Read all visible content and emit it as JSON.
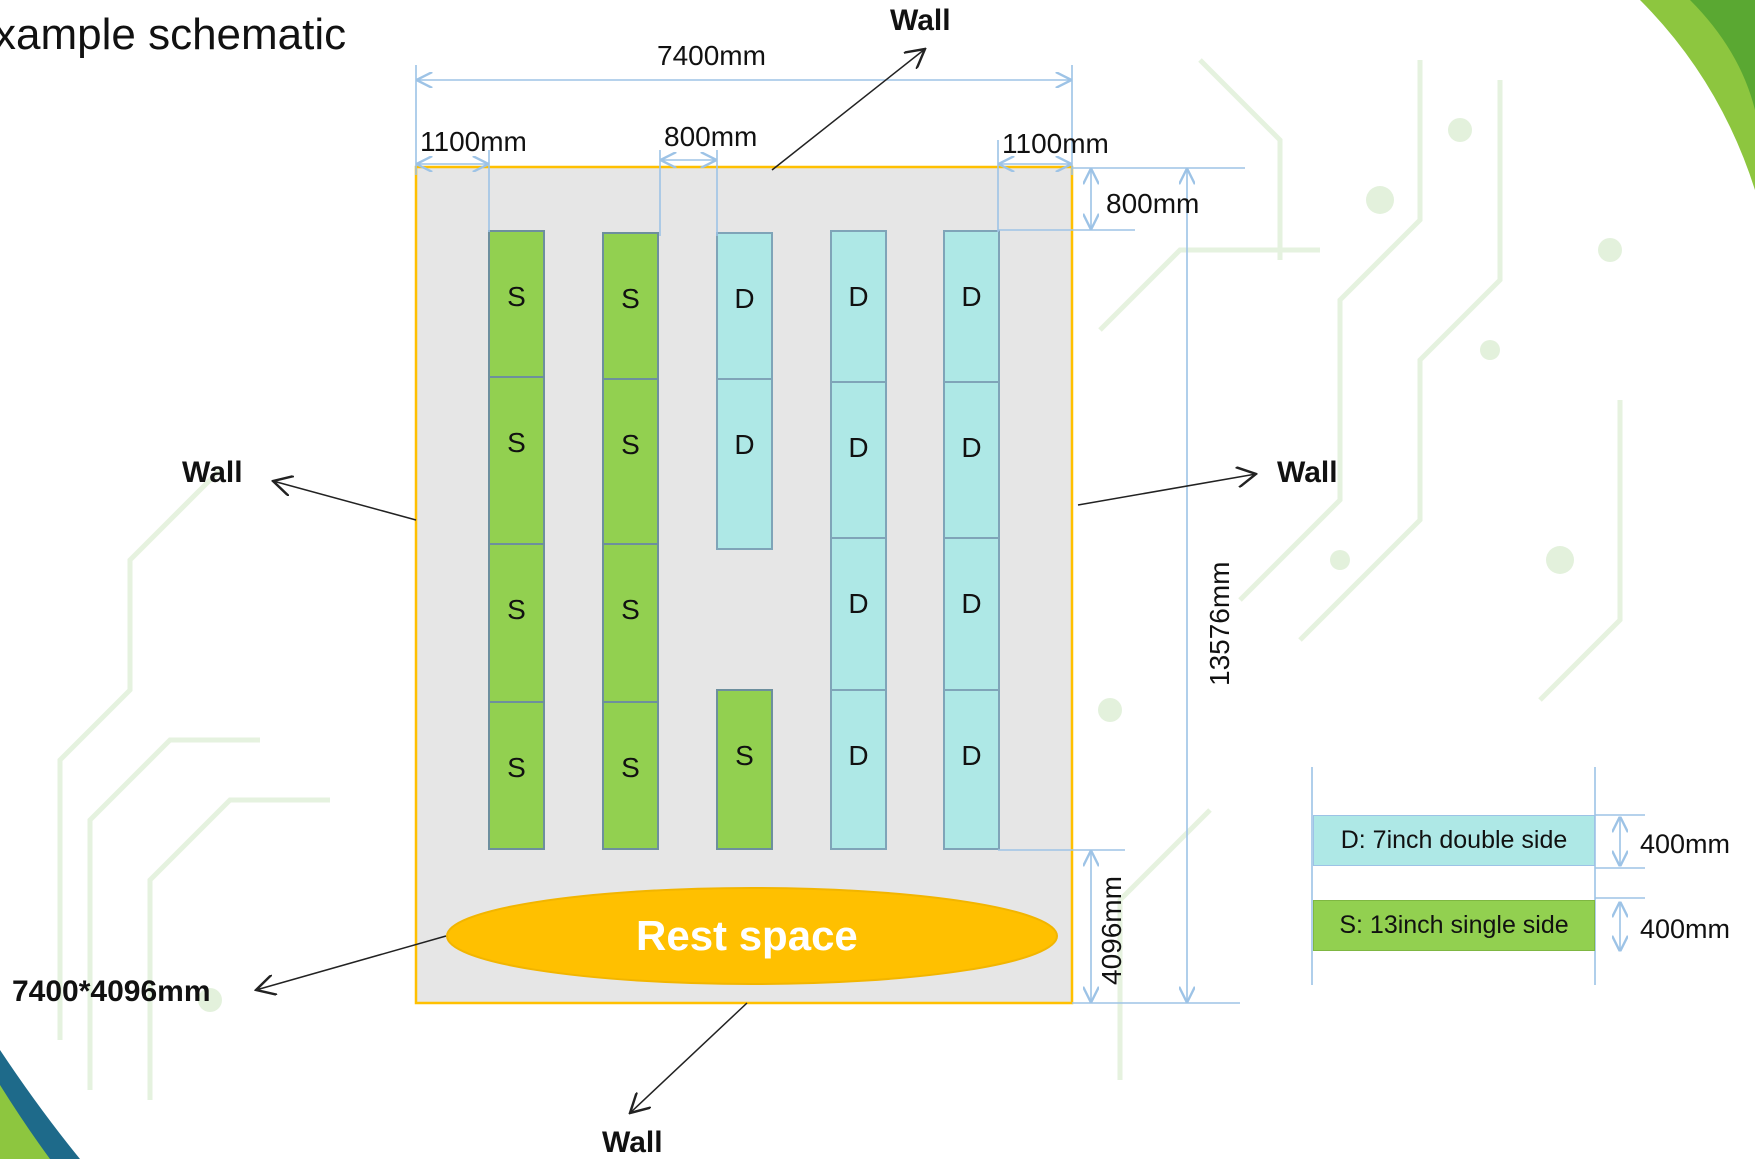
{
  "title": "xample schematic",
  "dimensions": {
    "total_width": "7400mm",
    "left_margin": "1100mm",
    "aisle": "800mm",
    "right_margin": "1100mm",
    "top_margin": "800mm",
    "total_height": "13576mm",
    "rest_height": "4096mm"
  },
  "walls": {
    "top": "Wall",
    "left": "Wall",
    "right": "Wall",
    "bottom": "Wall"
  },
  "rest_space": {
    "label": "Rest space",
    "size_label": "7400*4096mm"
  },
  "cabinets": {
    "single_label": "S",
    "double_label": "D",
    "columns": [
      [
        "S",
        "S",
        "S",
        "S"
      ],
      [
        "S",
        "S",
        "S",
        "S"
      ],
      [
        "D",
        "D",
        "S"
      ],
      [
        "D",
        "D",
        "D",
        "D"
      ],
      [
        "D",
        "D",
        "D",
        "D"
      ]
    ]
  },
  "legend": {
    "double": {
      "label": "D: 7inch double side",
      "size": "400mm"
    },
    "single": {
      "label": "S: 13inch single side",
      "size": "400mm"
    }
  },
  "colors": {
    "single_fill": "#92d050",
    "double_fill": "#aee8e6",
    "rest_fill": "#ffc000",
    "room_fill": "#e6e6e6",
    "room_border": "#ffc000",
    "dim_line": "#9dc3e6",
    "accent_green": "#8dc63f",
    "accent_dark": "#1e6a8a"
  }
}
